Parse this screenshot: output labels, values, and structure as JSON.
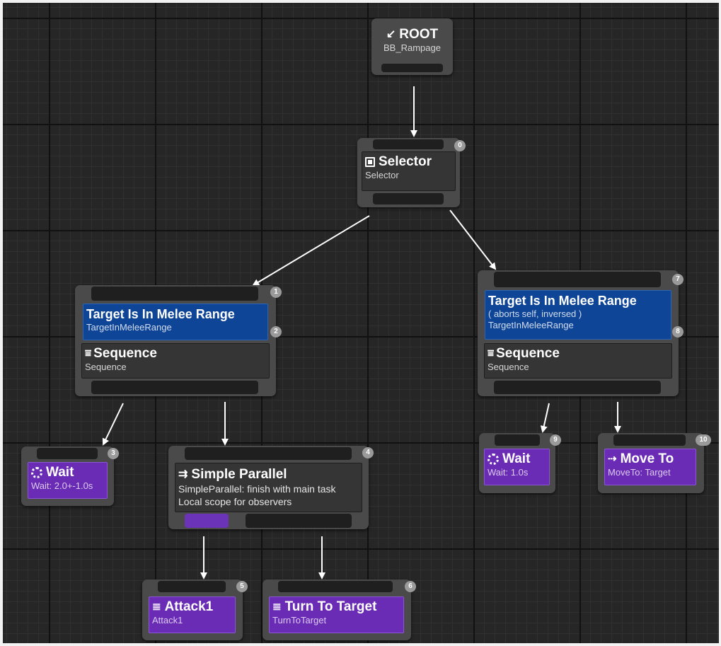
{
  "nodes": {
    "root": {
      "title": "ROOT",
      "subtitle": "BB_Rampage",
      "icon": "root-icon"
    },
    "selector": {
      "title": "Selector",
      "subtitle": "Selector",
      "badge": "0",
      "icon": "selector-icon"
    },
    "left_sequence": {
      "badge": "1",
      "decorator": {
        "title": "Target Is In Melee Range",
        "subtitle": "TargetInMeleeRange",
        "badge": "2"
      },
      "composite": {
        "title": "Sequence",
        "subtitle": "Sequence",
        "icon": "sequence-icon"
      }
    },
    "wait_left": {
      "title": "Wait",
      "subtitle": "Wait: 2.0+-1.0s",
      "badge": "3",
      "icon": "wait-icon"
    },
    "simple_parallel": {
      "title": "Simple Parallel",
      "subtitle_line1": "SimpleParallel: finish with main task",
      "subtitle_line2": "Local scope for observers",
      "badge": "4",
      "icon": "simple-parallel-icon"
    },
    "attack1": {
      "title": "Attack1",
      "subtitle": "Attack1",
      "badge": "5",
      "icon": "task-icon"
    },
    "turn_to_target": {
      "title": "Turn To Target",
      "subtitle": "TurnToTarget",
      "badge": "6",
      "icon": "task-icon"
    },
    "right_sequence": {
      "badge": "7",
      "decorator": {
        "title": "Target Is In Melee Range",
        "note": "( aborts self, inversed )",
        "subtitle": "TargetInMeleeRange",
        "badge": "8"
      },
      "composite": {
        "title": "Sequence",
        "subtitle": "Sequence",
        "icon": "sequence-icon"
      }
    },
    "wait_right": {
      "title": "Wait",
      "subtitle": "Wait: 1.0s",
      "badge": "9",
      "icon": "wait-icon"
    },
    "move_to": {
      "title": "Move To",
      "subtitle": "MoveTo: Target",
      "badge": "10",
      "icon": "move-to-icon"
    }
  },
  "edges": [
    {
      "from": "root",
      "to": "selector"
    },
    {
      "from": "selector",
      "to": "left_sequence"
    },
    {
      "from": "selector",
      "to": "right_sequence"
    },
    {
      "from": "left_sequence",
      "to": "wait_left"
    },
    {
      "from": "left_sequence",
      "to": "simple_parallel"
    },
    {
      "from": "simple_parallel",
      "to": "attack1"
    },
    {
      "from": "simple_parallel",
      "to": "turn_to_target"
    },
    {
      "from": "right_sequence",
      "to": "wait_right"
    },
    {
      "from": "right_sequence",
      "to": "move_to"
    }
  ],
  "colors": {
    "background": "#262626",
    "node": "#4a4a4a",
    "task": "#6a2bb5",
    "decorator": "#0e4596",
    "composite": "#353535"
  }
}
